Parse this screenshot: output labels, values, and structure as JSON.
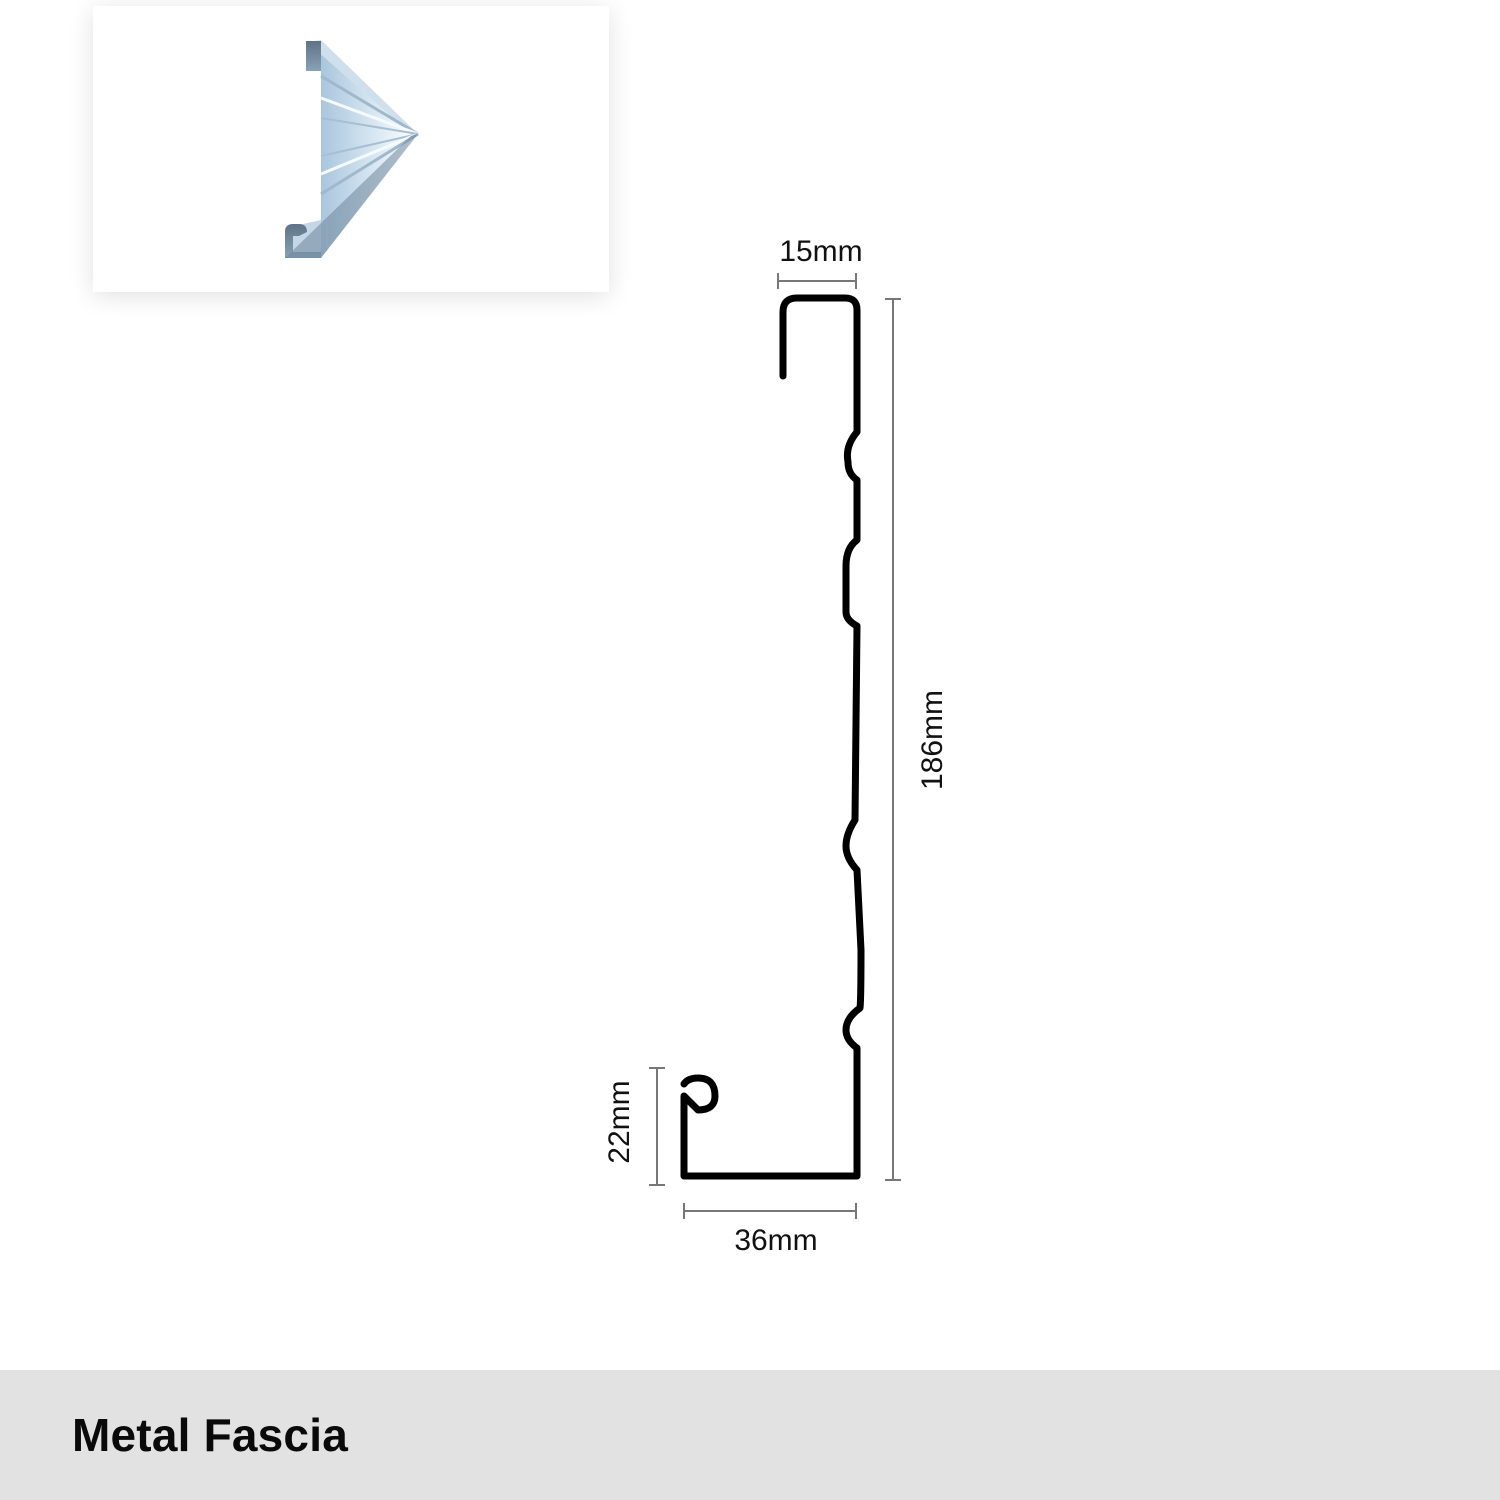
{
  "product": {
    "title": "Metal Fascia"
  },
  "dimensions": {
    "top_lip": "15mm",
    "height": "186mm",
    "bottom_hook": "22mm",
    "base_width": "36mm"
  },
  "colors": {
    "profile_stroke": "#000000",
    "dimension_line": "#777777",
    "footer_bg": "#e2e2e2",
    "steel_light": "#eef4f9",
    "steel_mid": "#b9d3e6",
    "steel_dark": "#7f9fb8"
  }
}
